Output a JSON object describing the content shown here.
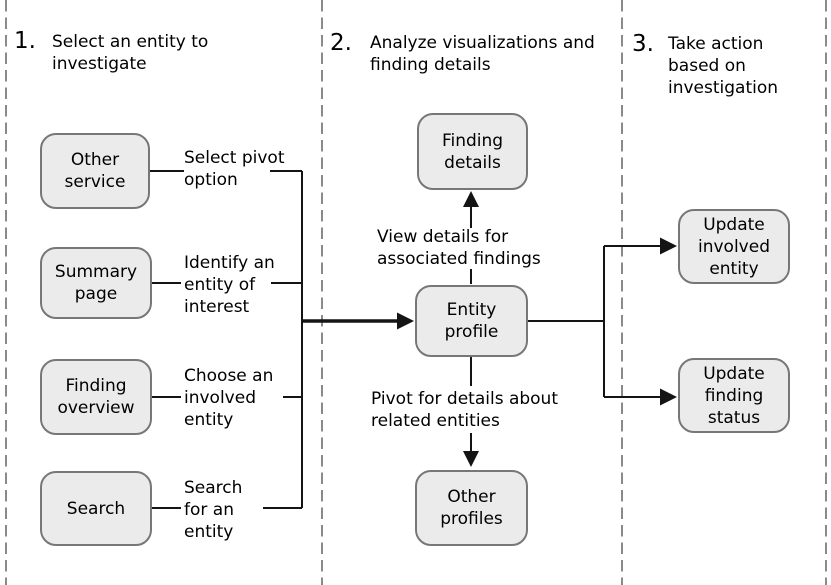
{
  "steps": [
    {
      "number": "1.",
      "title": "Select an entity to\ninvestigate"
    },
    {
      "number": "2.",
      "title": "Analyze visualizations and\nfinding details"
    },
    {
      "number": "3.",
      "title": "Take action\nbased on\ninvestigation"
    }
  ],
  "nodes": {
    "other_service": "Other\nservice",
    "summary_page": "Summary\npage",
    "finding_overview": "Finding\noverview",
    "search": "Search",
    "finding_details": "Finding\ndetails",
    "entity_profile": "Entity\nprofile",
    "other_profiles": "Other\nprofiles",
    "update_involved_entity": "Update\ninvolved\nentity",
    "update_finding_status": "Update\nfinding\nstatus"
  },
  "annotations": {
    "select_pivot": "Select pivot\noption",
    "identify_entity": "Identify an\nentity of\ninterest",
    "choose_involved": "Choose an\ninvolved\nentity",
    "search_entity": "Search\nfor an\nentity",
    "view_details": "View details for\nassociated findings",
    "pivot_details": "Pivot for details about\nrelated entities"
  },
  "colors": {
    "box_fill": "#ebebeb",
    "box_border": "#777777",
    "line": "#141414",
    "dashed_divider": "#8a8a8a",
    "text": "#000000"
  }
}
